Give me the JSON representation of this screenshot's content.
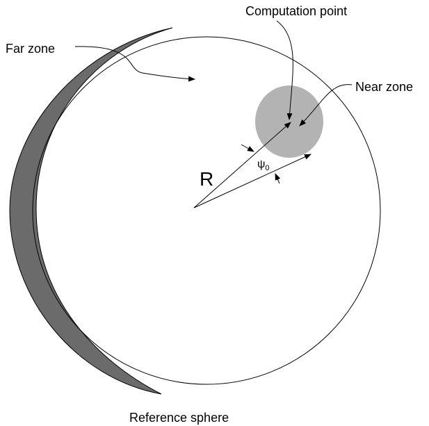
{
  "labels": {
    "computation_point": "Computation point",
    "far_zone": "Far zone",
    "near_zone": "Near zone",
    "radius": "R",
    "angle_symbol": "ψ",
    "angle_subscript": "0",
    "reference_sphere": "Reference sphere"
  },
  "colors": {
    "sphere_outline": "#000000",
    "crescent_fill": "#6b6b6b",
    "near_zone_fill": "#b3b3b3",
    "arrow": "#000000"
  }
}
